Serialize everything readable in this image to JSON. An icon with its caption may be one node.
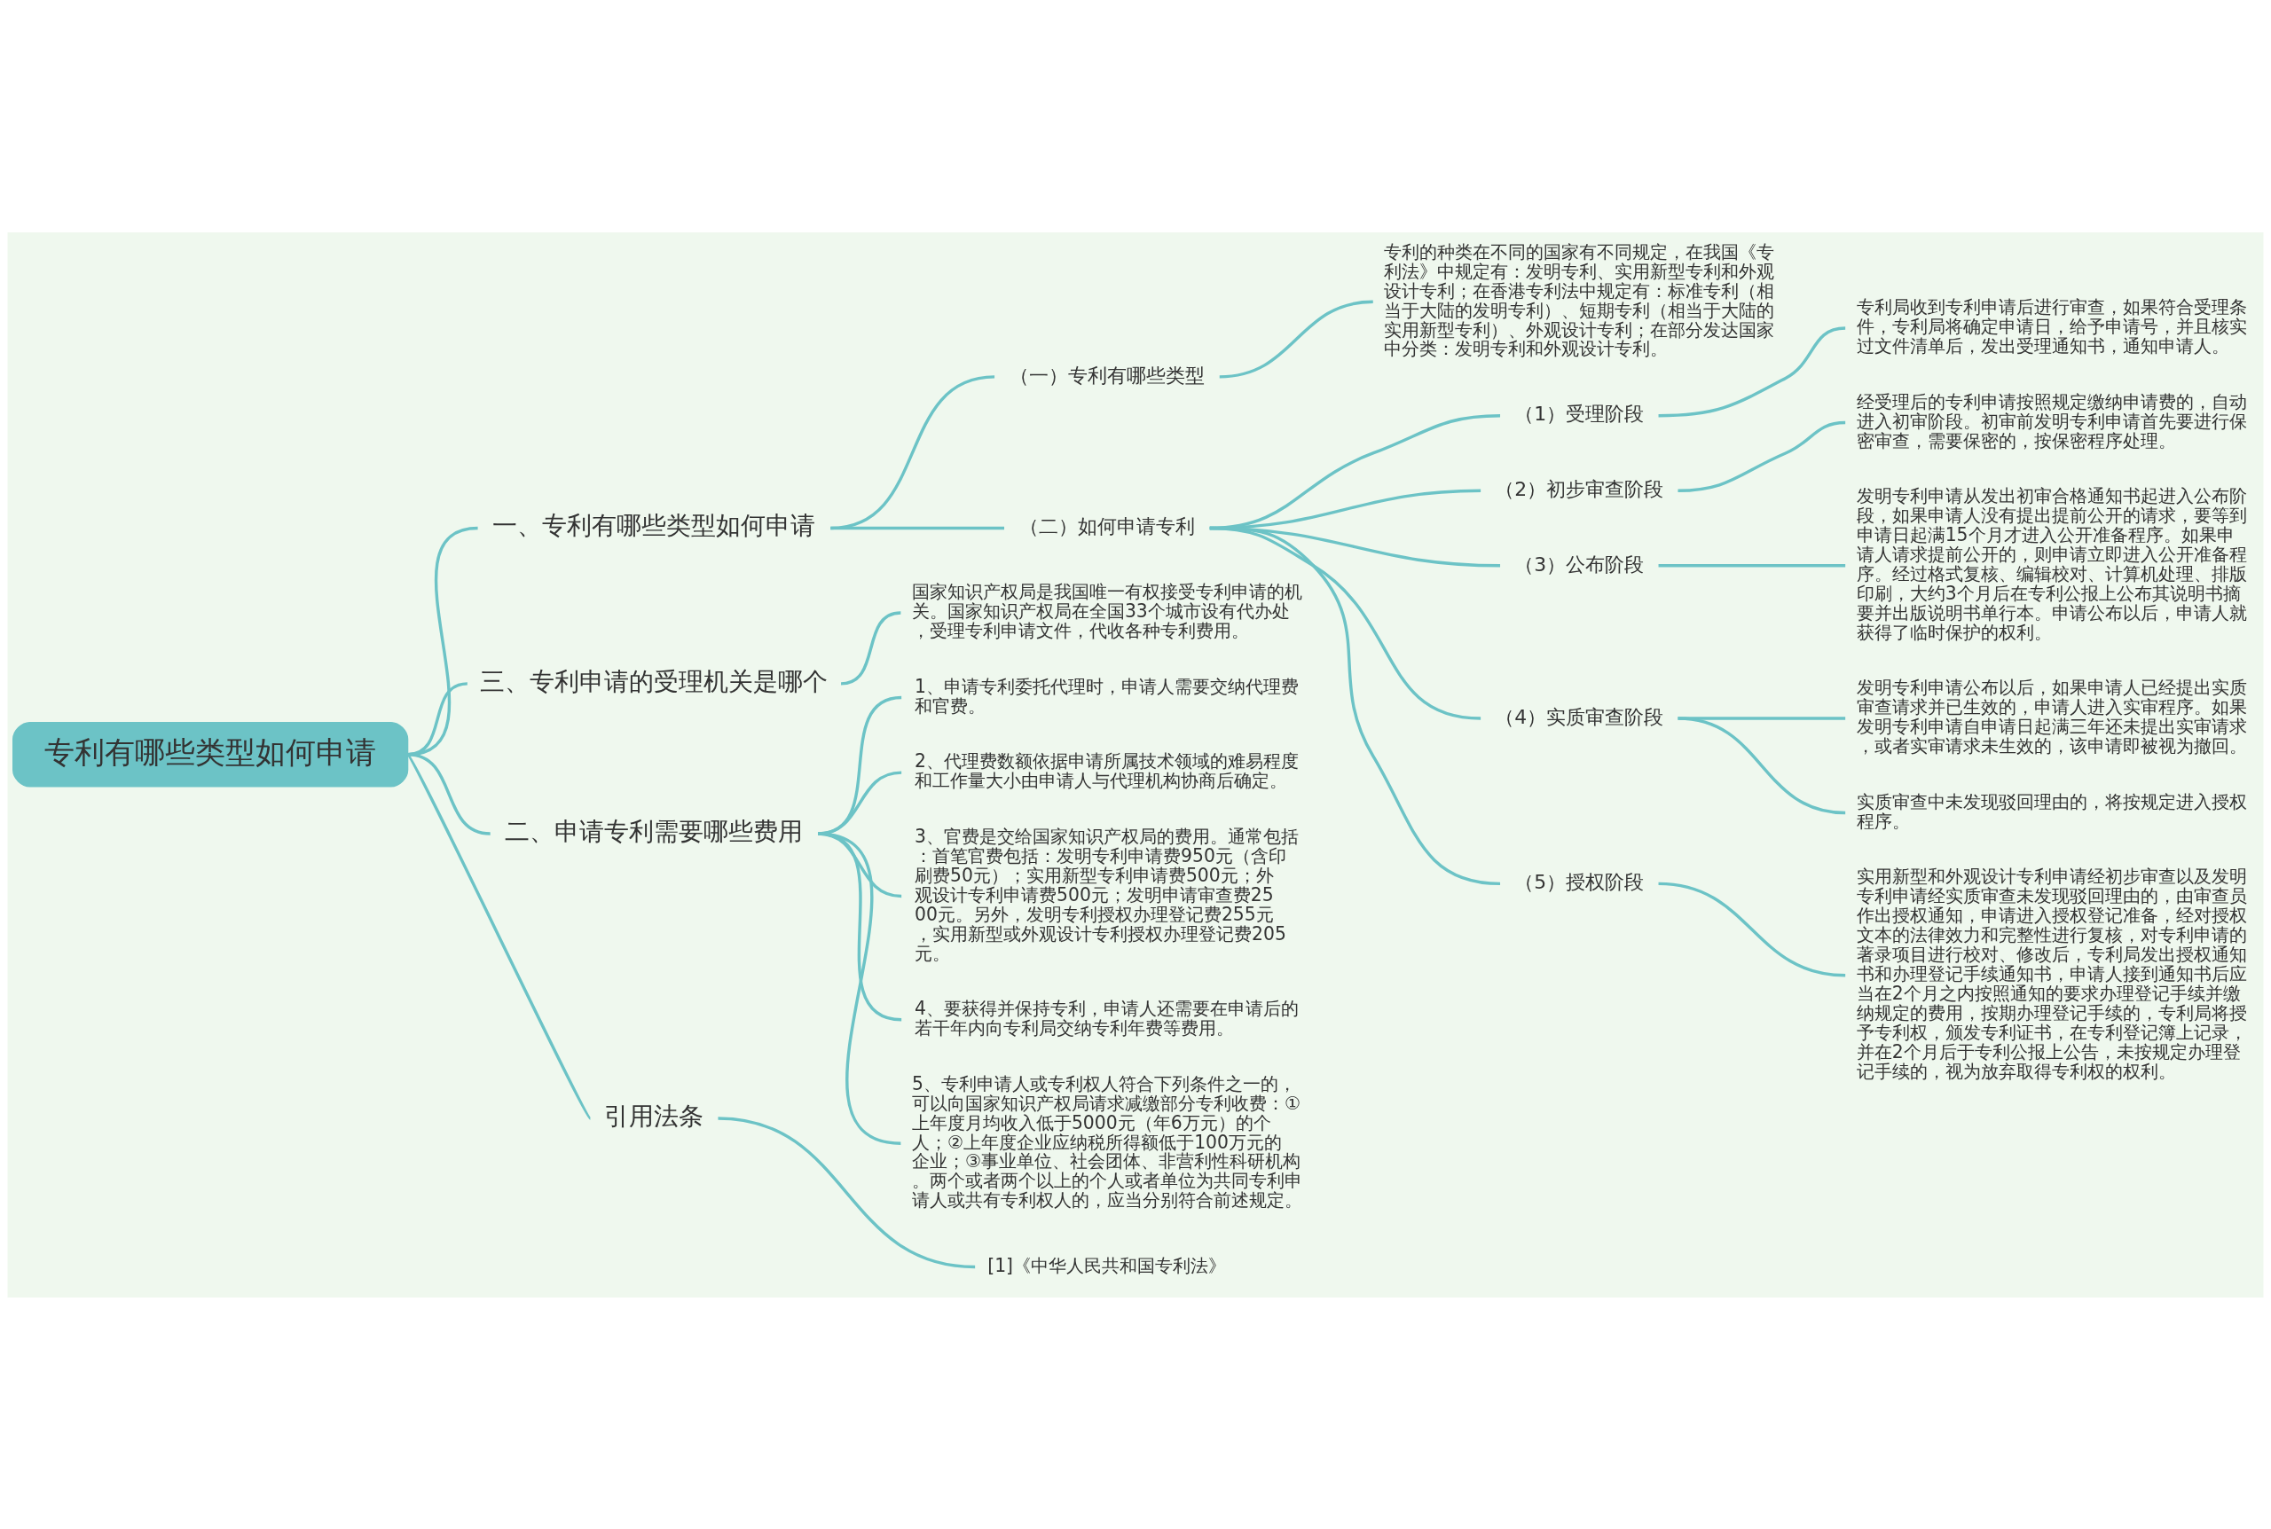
{
  "diagram": {
    "nodes": [
      {
        "text": [
          "专利有哪些类型如何申请"
        ]
      },
      {
        "text": [
          "一、专利有哪些类型如何申请"
        ]
      },
      {
        "text": [
          "（一）专利有哪些类型"
        ]
      },
      {
        "text": [
          "专利的种类在不同的国家有不同规定，在我国《专利法》中规定有：发明专利、实用新型专利和外观设计专利；在香港专利法中规定有：标准专利（相当于大陆的发明专利）、短期专利（相当于大陆的实用新型专利）、外观设计专利；在部分发达国家中分类：发明专利和外观设计专利。"
        ]
      },
      {
        "text": [
          "（二）如何申请专利"
        ]
      },
      {
        "text": [
          "（1）受理阶段"
        ]
      },
      {
        "text": [
          "专利局收到专利申请后进行审查，如果符合受理条件，专利局将确定申请日，给予申请号，并且核实过文件清单后，发出受理通知书，通知申请人。"
        ]
      },
      {
        "text": [
          "（2）初步审查阶段"
        ]
      },
      {
        "text": [
          "经受理后的专利申请按照规定缴纳申请费的，自动进入初审阶段。初审前发明专利申请首先要进行保密审查，需要保密的，按保密程序处理。"
        ]
      },
      {
        "text": [
          "（3）公布阶段"
        ]
      },
      {
        "text": [
          "发明专利申请从发出初审合格通知书起进入公布阶段，如果申请人没有提出提前公开的请求，要等到申请日起满15个月才进入公开准备程序。如果申请人请求提前公开的，则申请立即进入公开准备程序。经过格式复核、编辑校对、计算机处理、排版印刷，大约3个月后在专利公报上公布其说明书摘要并出版说明书单行本。申请公布以后，申请人就获得了临时保护的权利。"
        ]
      },
      {
        "text": [
          "（4）实质审查阶段"
        ]
      },
      {
        "text": [
          "发明专利申请公布以后，如果申请人已经提出实质审查请求并已生效的，申请人进入实审程序。如果发明专利申请自申请日起满三年还未提出实审请求，或者实审请求未生效的，该申请即被视为撤回。"
        ]
      },
      {
        "text": [
          "实质审查中未发现驳回理由的，将按规定进入授权程序。"
        ]
      },
      {
        "text": [
          "（5）授权阶段"
        ]
      },
      {
        "text": [
          "实用新型和外观设计专利申请经初步审查以及发明专利申请经实质审查未发现驳回理由的，由审查员作出授权通知，申请进入授权登记准备，经对授权文本的法律效力和完整性进行复核，对专利申请的著录项目进行校对、修改后，专利局发出授权通知书和办理登记手续通知书，申请人接到通知书后应当在2个月之内按照通知的要求办理登记手续并缴纳规定的费用，按期办理登记手续的，专利局将授予专利权，颁发专利证书，在专利登记簿上记录，并在2个月后于专利公报上公告，未按规定办理登记手续的，视为放弃取得专利权的权利。"
        ]
      },
      {
        "text": [
          "三、专利申请的受理机关是哪个"
        ]
      },
      {
        "text": [
          "国家知识产权局是我国唯一有权接受专利申请的机关。国家知识产权局在全国33个城市设有代办处，受理专利申请文件，代收各种专利费用。"
        ]
      },
      {
        "text": [
          "二、申请专利需要哪些费用"
        ]
      },
      {
        "text": [
          "1、申请专利委托代理时，申请人需要交纳代理费和官费。"
        ]
      },
      {
        "text": [
          "2、代理费数额依据申请所属技术领域的难易程度和工作量大小由申请人与代理机构协商后确定。"
        ]
      },
      {
        "text": [
          "3、官费是交给国家知识产权局的费用。通常包括：首笔官费包括：发明专利申请费950元（含印刷费50元）；实用新型专利申请费500元；外观设计专利申请费500元；发明申请审查费2500元。另外，发明专利授权办理登记费255元，实用新型或外观设计专利授权办理登记费205元。"
        ]
      },
      {
        "text": [
          "4、要获得并保持专利，申请人还需要在申请后的若干年内向专利局交纳专利年费等费用。"
        ]
      },
      {
        "text": [
          "5、专利申请人或专利权人符合下列条件之一的，可以向国家知识产权局请求减缴部分专利收费：①上年度月均收入低于5000元（年6万元）的个人；②上年度企业应纳税所得额低于100万元的企业；③事业单位、社会团体、非营利性科研机构。两个或者两个以上的个人或者单位为共同专利申请人或共有专利权人的，应当分别符合前述规定。"
        ]
      },
      {
        "text": [
          "引用法条"
        ]
      },
      {
        "text": [
          "[1]《中华人民共和国专利法》"
        ]
      }
    ],
    "edges": [
      {
        "from": 0,
        "to": 1,
        "arrow": "none"
      },
      {
        "from": 1,
        "to": 2,
        "arrow": "none"
      },
      {
        "from": 2,
        "to": 3,
        "arrow": "none"
      },
      {
        "from": 1,
        "to": 4,
        "arrow": "none"
      },
      {
        "from": 4,
        "to": 5,
        "arrow": "none"
      },
      {
        "from": 5,
        "to": 6,
        "arrow": "none"
      },
      {
        "from": 4,
        "to": 7,
        "arrow": "none"
      },
      {
        "from": 7,
        "to": 8,
        "arrow": "none"
      },
      {
        "from": 4,
        "to": 9,
        "arrow": "none"
      },
      {
        "from": 9,
        "to": 10,
        "arrow": "none"
      },
      {
        "from": 4,
        "to": 11,
        "arrow": "none"
      },
      {
        "from": 11,
        "to": 12,
        "arrow": "none"
      },
      {
        "from": 11,
        "to": 13,
        "arrow": "none"
      },
      {
        "from": 4,
        "to": 14,
        "arrow": "none"
      },
      {
        "from": 14,
        "to": 15,
        "arrow": "none"
      },
      {
        "from": 0,
        "to": 16,
        "arrow": "none"
      },
      {
        "from": 16,
        "to": 17,
        "arrow": "none"
      },
      {
        "from": 0,
        "to": 18,
        "arrow": "none"
      },
      {
        "from": 18,
        "to": 19,
        "arrow": "none"
      },
      {
        "from": 18,
        "to": 20,
        "arrow": "none"
      },
      {
        "from": 18,
        "to": 21,
        "arrow": "none"
      },
      {
        "from": 18,
        "to": 22,
        "arrow": "none"
      },
      {
        "from": 18,
        "to": 23,
        "arrow": "none"
      },
      {
        "from": 0,
        "to": 24,
        "arrow": "none"
      },
      {
        "from": 24,
        "to": 25,
        "arrow": "none"
      }
    ]
  }
}
